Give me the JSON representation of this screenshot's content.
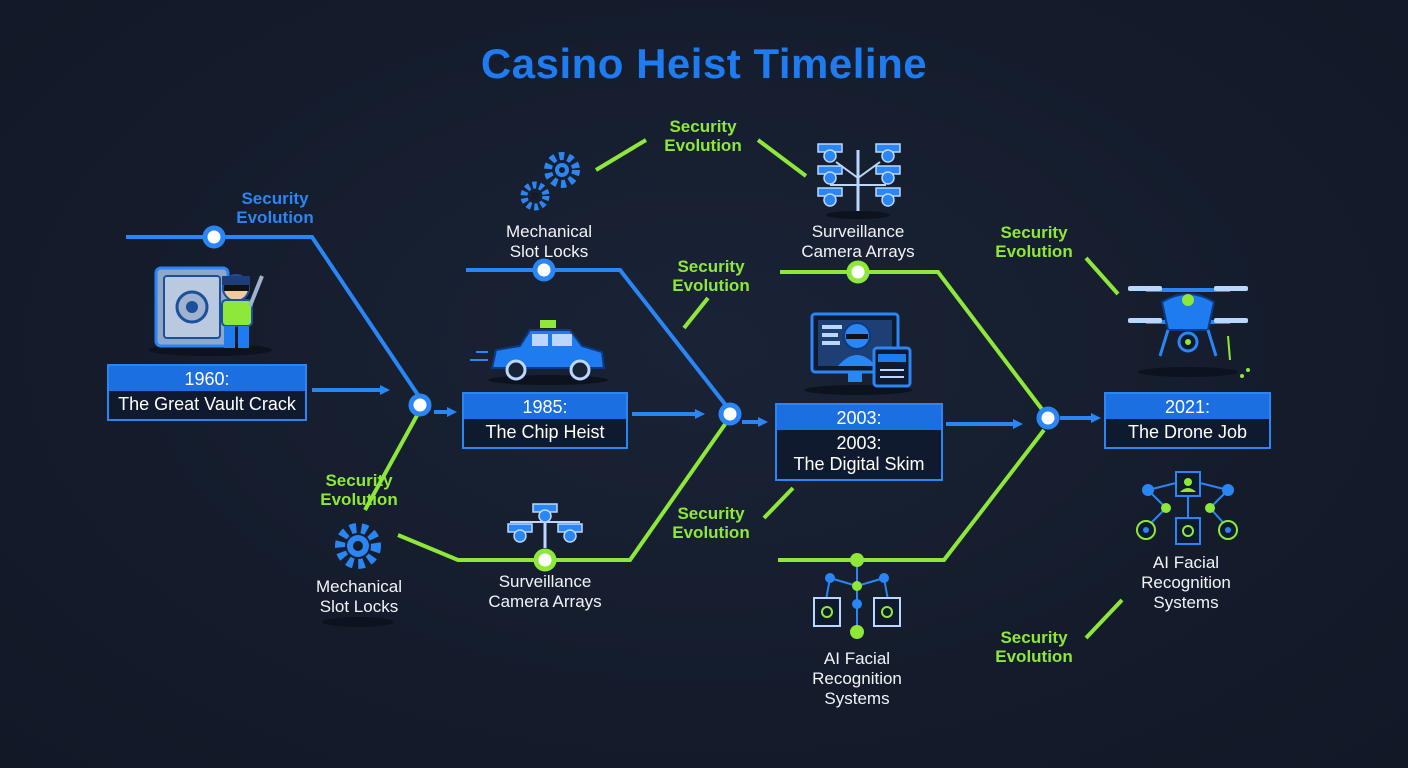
{
  "title": "Casino Heist Timeline",
  "events": [
    {
      "year": "1960:",
      "name": "The Great Vault Crack"
    },
    {
      "year": "1985:",
      "name": "The Chip Heist"
    },
    {
      "year": "2003:",
      "name": "2003:",
      "name2": "The Digital Skim"
    },
    {
      "year": "2021:",
      "name": "The Drone Job"
    }
  ],
  "tags": {
    "security_evolution": [
      "Security",
      "Evolution"
    ]
  },
  "labels": {
    "mechanical_top": [
      "Mechanical",
      "Slot Locks"
    ],
    "mechanical_bottom": [
      "Mechanical",
      "Slot Locks"
    ],
    "surveillance_top": [
      "Surveillance",
      "Camera Arrays"
    ],
    "surveillance_bottom": [
      "Surveillance",
      "Camera Arrays"
    ],
    "ai_bottom": [
      "AI Facial",
      "Recognition",
      "Systems"
    ],
    "ai_right": [
      "AI Facial",
      "Recognition",
      "Systems"
    ]
  },
  "icons": [
    "vault-thief-icon",
    "gears-icon",
    "police-car-icon",
    "camera-array-icon",
    "hacker-monitor-icon",
    "drone-icon",
    "facial-recognition-network-icon"
  ],
  "colors": {
    "background": "#141c2c",
    "blue": "#1e7cf0",
    "green": "#8ee83a",
    "text": "#f2f4f8"
  }
}
